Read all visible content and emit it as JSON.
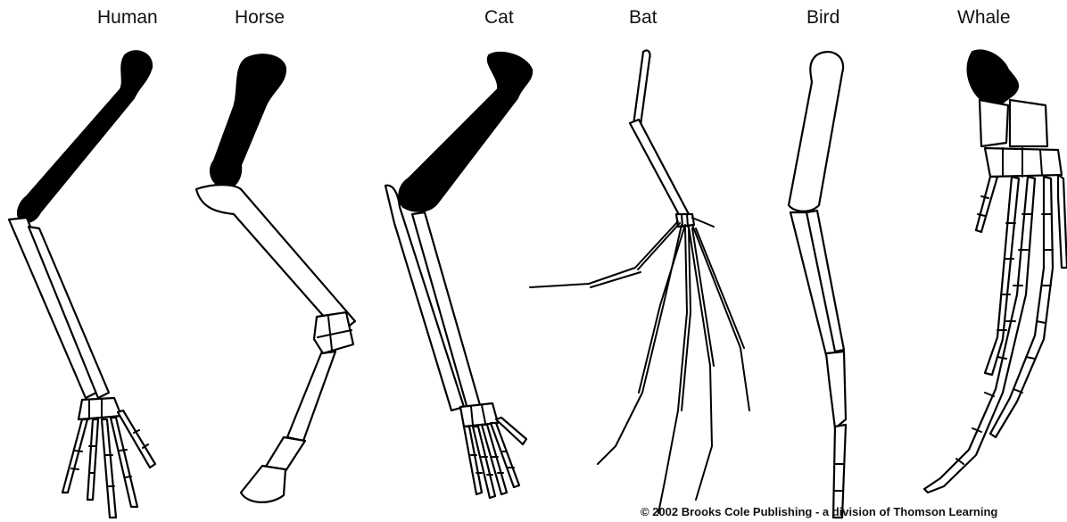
{
  "labels": {
    "human": "Human",
    "horse": "Horse",
    "cat": "Cat",
    "bat": "Bat",
    "bird": "Bird",
    "whale": "Whale"
  },
  "copyright": "© 2002 Brooks Cole Publishing - a division of Thomson Learning",
  "colors": {
    "ink": "#000000",
    "background": "#ffffff"
  }
}
